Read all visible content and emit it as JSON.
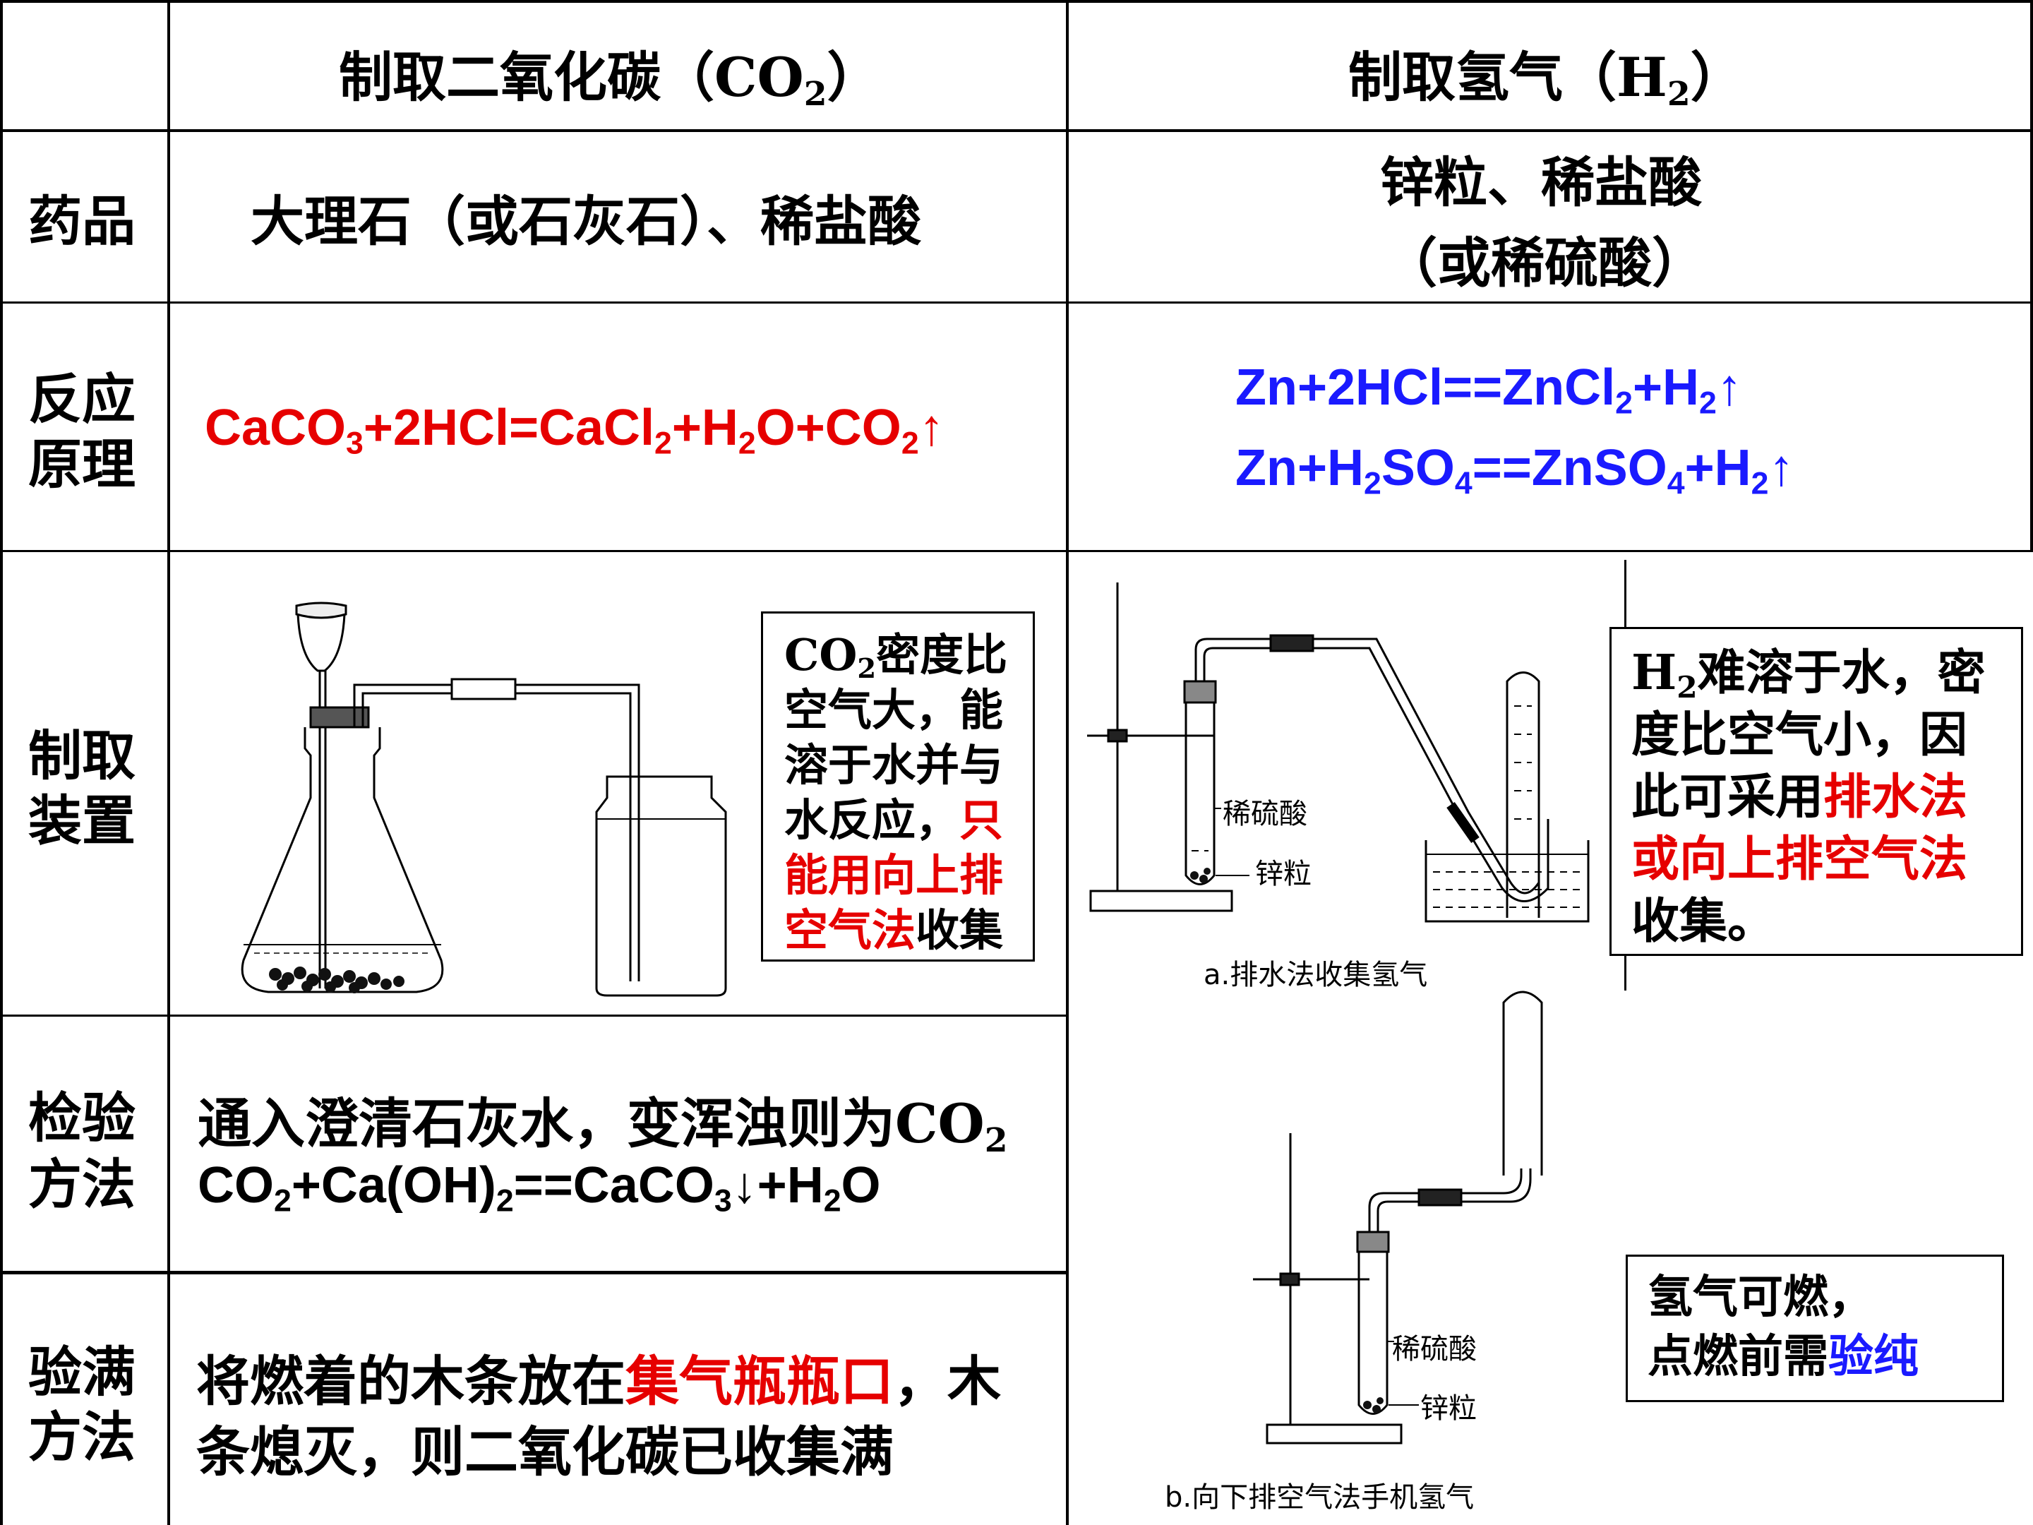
{
  "header": {
    "col1": "制取二氧化碳（CO",
    "col1_sub": "2",
    "col1_end": "）",
    "col2": "制取氢气（H",
    "col2_sub": "2",
    "col2_end": "）"
  },
  "rows": {
    "reagents": {
      "label": "药品",
      "co2": "大理石（或石灰石）、稀盐酸",
      "h2_line1": "锌粒、稀盐酸",
      "h2_line2": "（或稀硫酸）"
    },
    "principle": {
      "label_line1": "反应",
      "label_line2": "原理"
    },
    "apparatus": {
      "label_line1": "制取",
      "label_line2": "装置",
      "co2_note": {
        "line1": "密度比",
        "line2": "空气大，能",
        "line3": "溶于水并与",
        "line4_a": "水反应，",
        "line4_b": "只",
        "line5": "能用向上排",
        "line6_a": "空气法",
        "line6_b": "收集"
      },
      "h2_note": {
        "line1": "难溶于水，密",
        "line2": "度比空气小，因",
        "line3_a": "此可采用",
        "line3_b": "排水法",
        "line4": "或向上排空气法",
        "line5": "收集。"
      },
      "caption_a": "a.排水法收集氢气",
      "caption_b": "b.向下排空气法手机氢气",
      "label_acid_a": "稀硫酸",
      "label_zinc_a": "锌粒",
      "label_acid_b": "稀硫酸",
      "label_zinc_b": "锌粒",
      "flammable_line1": "氢气可燃，",
      "flammable_line2_a": "点燃前需",
      "flammable_line2_b": "验纯"
    },
    "test": {
      "label_line1": "检验",
      "label_line2": "方法",
      "line1": "通入澄清石灰水，变浑浊则为CO"
    },
    "full": {
      "label_line1": "验满",
      "label_line2": "方法",
      "line1_a": "将燃着的木条放在",
      "line1_b": "集气瓶瓶口",
      "line1_c": "，木",
      "line2": "条熄灭，则二氧化碳已收集满"
    }
  },
  "colors": {
    "red": "#e60000",
    "blue": "#1a1aff"
  }
}
